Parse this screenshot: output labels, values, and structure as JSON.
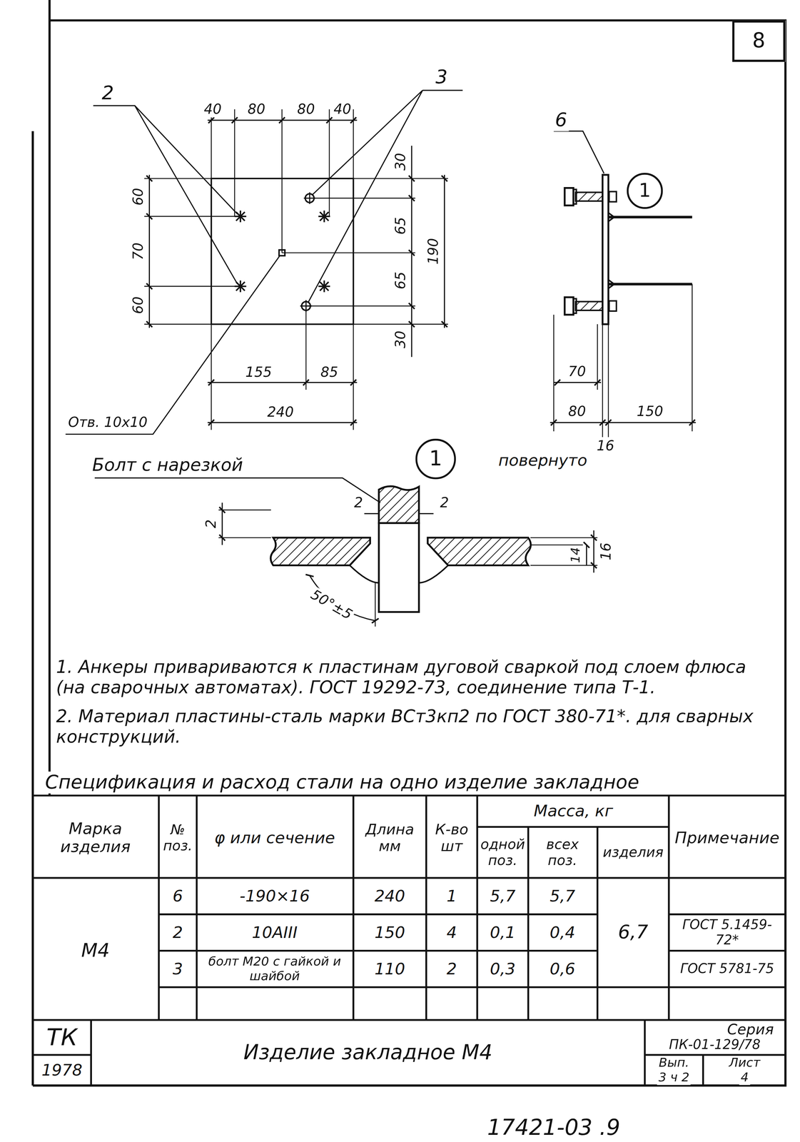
{
  "diagram": {
    "nodes": [
      {
        "text": [
          "8"
        ]
      },
      {
        "text": [
          "1"
        ]
      },
      {
        "text": [
          "1"
        ]
      }
    ],
    "labels": [
      "2",
      "3",
      "40",
      "80",
      "80",
      "40",
      "60",
      "70",
      "60",
      "30",
      "65",
      "65",
      "30",
      "190",
      "155",
      "85",
      "240",
      "Отв. 10х10",
      "6",
      "70",
      "80",
      "16",
      "150",
      "Болт с нарезкой",
      "повернуто",
      "2",
      "2",
      "2",
      "16",
      "14",
      "50°±5",
      "1. Анкеры привариваются к пластинам дуговой сваркой под слоем флюса (на сварочных автоматах). ГОСТ 19292-73, соединение типа Т-1.",
      "2. Материал пластины-сталь марки ВСт3кп2 по ГОСТ 380-71*. для сварных конструкций.",
      "Спецификация и расход стали на одно изделие закладное",
      "Марка изделия",
      "№ поз.",
      "φ или сечение",
      "Длина мм",
      "К-во шт",
      "Масса, кг",
      "одной поз.",
      "всех поз.",
      "изделия",
      "Примечание",
      "М4",
      "6",
      "-190×16",
      "240",
      "1",
      "5,7",
      "5,7",
      "6,7",
      "2",
      "10АIII",
      "150",
      "4",
      "0,1",
      "0,4",
      "ГОСТ 5.1459-72*",
      "3",
      "болт М20 с гайкой и шайбой",
      "110",
      "2",
      "0,3",
      "0,6",
      "ГОСТ 5781-75",
      "ТК",
      "1978",
      "Изделие закладное М4",
      "Серия",
      "ПК-01-129/78",
      "Вып.",
      "3 ч 2",
      "Лист",
      "4",
      "17421-03 .9"
    ]
  }
}
